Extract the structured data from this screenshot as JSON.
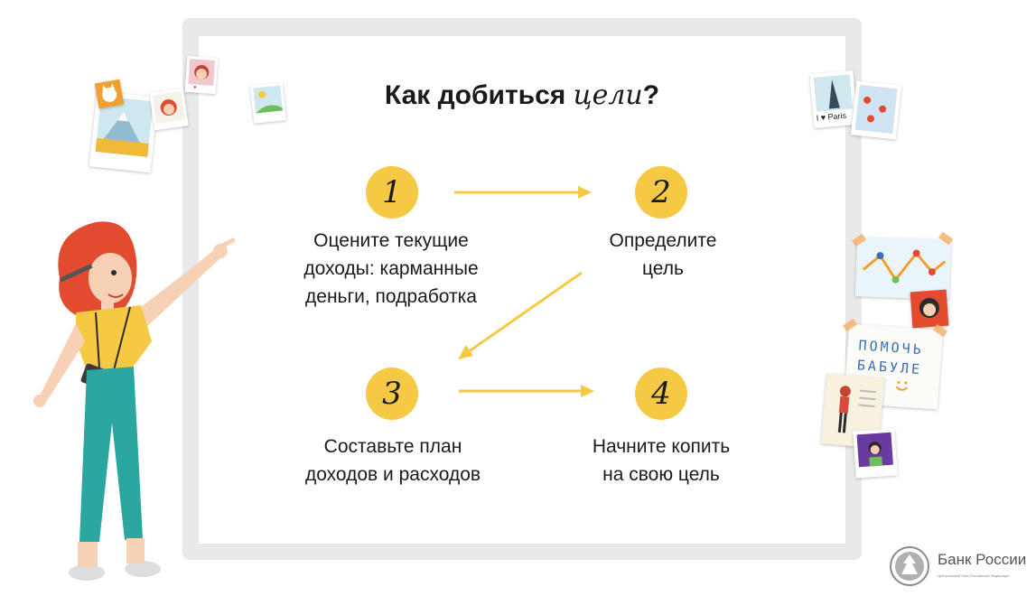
{
  "title": {
    "text": "Как добиться ",
    "accent": "цели",
    "end": "?"
  },
  "steps": [
    {
      "number": "1",
      "text": "Оцените текущие\nдоходы: карманные\nденьги, подработка"
    },
    {
      "number": "2",
      "text": "Определите\nцель"
    },
    {
      "number": "3",
      "text": "Составьте план\nдоходов и расходов"
    },
    {
      "number": "4",
      "text": "Начните копить\nна свою цель"
    }
  ],
  "photos": {
    "paris_label": "I ♥ Paris",
    "note_text": "ПОМОЧЬ\nБАБУЛЕ"
  },
  "bank": {
    "name": "Банк России",
    "subtitle": "Центральный банк Российской Федерации"
  },
  "colors": {
    "accent": "#f6c945",
    "board": "#e9e9e9",
    "arrow": "#f6c945"
  }
}
